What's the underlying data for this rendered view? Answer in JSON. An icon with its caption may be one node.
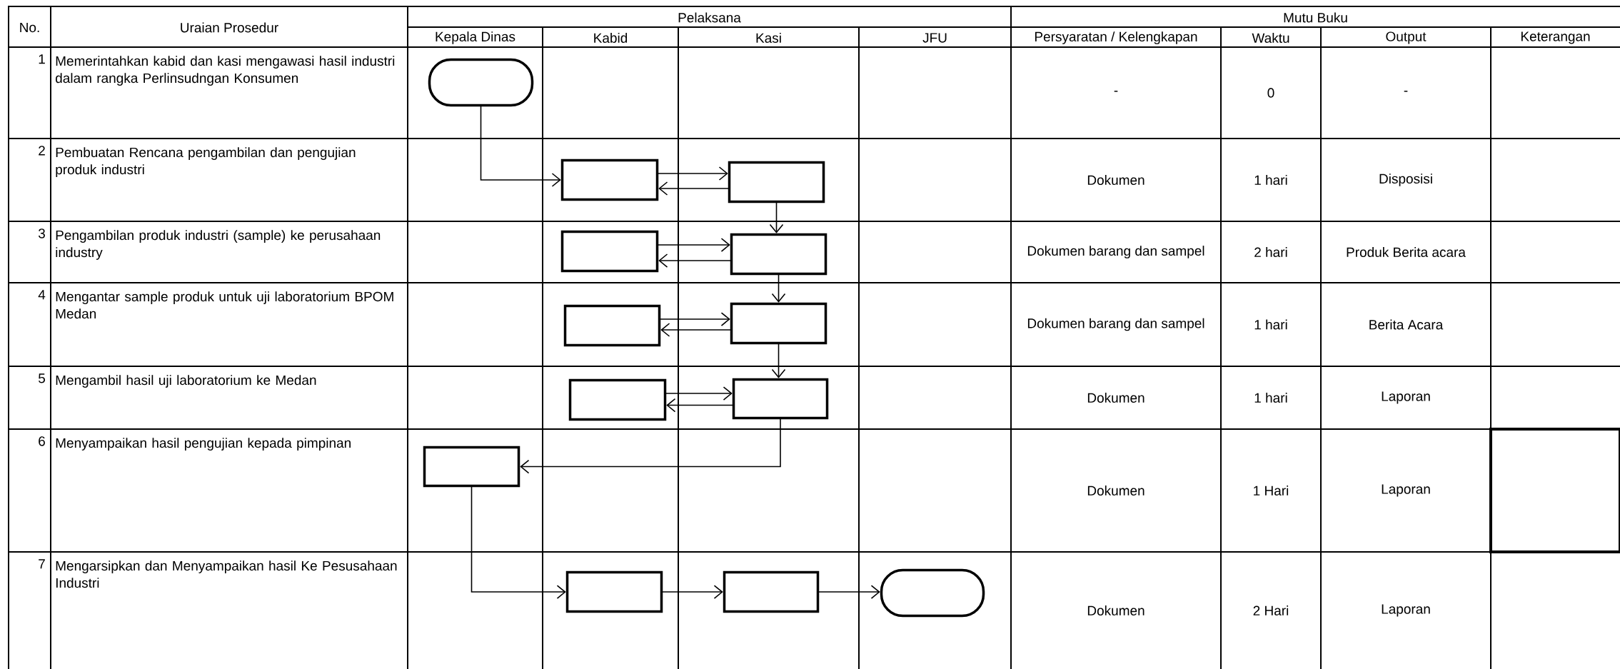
{
  "diagram": {
    "nodes": [
      {
        "text": [],
        "shape": "capsule"
      },
      {
        "text": [],
        "shape": "box"
      },
      {
        "text": [],
        "shape": "box"
      },
      {
        "text": [],
        "shape": "box"
      },
      {
        "text": [],
        "shape": "box"
      },
      {
        "text": [],
        "shape": "box"
      },
      {
        "text": [],
        "shape": "box"
      },
      {
        "text": [],
        "shape": "box"
      },
      {
        "text": [],
        "shape": "box"
      },
      {
        "text": [],
        "shape": "box"
      },
      {
        "text": [],
        "shape": "box"
      },
      {
        "text": [],
        "shape": "box"
      },
      {
        "text": [],
        "shape": "capsule"
      }
    ],
    "edges": [
      {
        "from": 0,
        "to": 1,
        "arrow": "to"
      },
      {
        "from": 1,
        "to": 2,
        "arrow": "to"
      },
      {
        "from": 2,
        "to": 1,
        "arrow": "to"
      },
      {
        "from": 2,
        "to": 4,
        "arrow": "to"
      },
      {
        "from": 3,
        "to": 4,
        "arrow": "to"
      },
      {
        "from": 4,
        "to": 3,
        "arrow": "to"
      },
      {
        "from": 4,
        "to": 6,
        "arrow": "to"
      },
      {
        "from": 5,
        "to": 6,
        "arrow": "to"
      },
      {
        "from": 6,
        "to": 5,
        "arrow": "to"
      },
      {
        "from": 6,
        "to": 8,
        "arrow": "to"
      },
      {
        "from": 7,
        "to": 8,
        "arrow": "to"
      },
      {
        "from": 8,
        "to": 7,
        "arrow": "to"
      },
      {
        "from": 8,
        "to": 9,
        "arrow": "to"
      },
      {
        "from": 9,
        "to": 10,
        "arrow": "to"
      },
      {
        "from": 10,
        "to": 11,
        "arrow": "to"
      },
      {
        "from": 11,
        "to": 12,
        "arrow": "to"
      }
    ],
    "labels": [
      "No.",
      "Uraian Prosedur",
      "Pelaksana",
      "Mutu Buku",
      "Kepala Dinas",
      "Kabid",
      "Kasi",
      "JFU",
      "Persyaratan / Kelengkapan",
      "Waktu",
      "Output",
      "Keterangan",
      "1",
      "Memerintahkan kabid dan kasi mengawasi hasil industri dalam rangka Perlinsudngan Konsumen",
      "-",
      "0",
      "-",
      "2",
      "Pembuatan Rencana pengambilan dan pengujian produk industri",
      "Dokumen",
      "1 hari",
      "Disposisi",
      "3",
      "Pengambilan produk industri (sample) ke perusahaan industry",
      "Dokumen barang dan sampel",
      "2 hari",
      "Produk Berita acara",
      "4",
      "Mengantar sample produk untuk uji laboratorium BPOM Medan",
      "Dokumen barang dan sampel",
      "1 hari",
      "Berita Acara",
      "5",
      "Mengambil hasil uji laboratorium ke Medan",
      "Dokumen",
      "1 hari",
      "Laporan",
      "6",
      "Menyampaikan hasil pengujian kepada pimpinan",
      "Dokumen",
      "1 Hari",
      "Laporan",
      "7",
      "Mengarsipkan dan Menyampaikan hasil Ke Pesusahaan Industri",
      "Dokumen",
      "2 Hari",
      "Laporan"
    ]
  }
}
